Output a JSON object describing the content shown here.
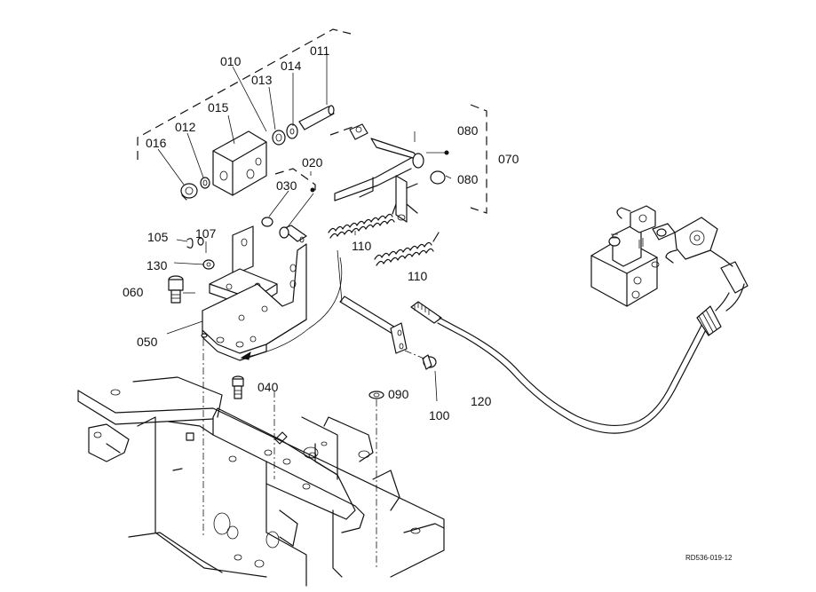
{
  "labels": {
    "p010": "010",
    "p011": "011",
    "p012": "012",
    "p013": "013",
    "p014": "014",
    "p015": "015",
    "p016": "016",
    "p020": "020",
    "p030": "030",
    "p040": "040",
    "p050": "050",
    "p060": "060",
    "p070": "070",
    "p080a": "080",
    "p080b": "080",
    "p090": "090",
    "p100": "100",
    "p105": "105",
    "p107": "107",
    "p110a": "110",
    "p110b": "110",
    "p120": "120",
    "p130": "130"
  },
  "drawing_ref": "RD536-019-12"
}
